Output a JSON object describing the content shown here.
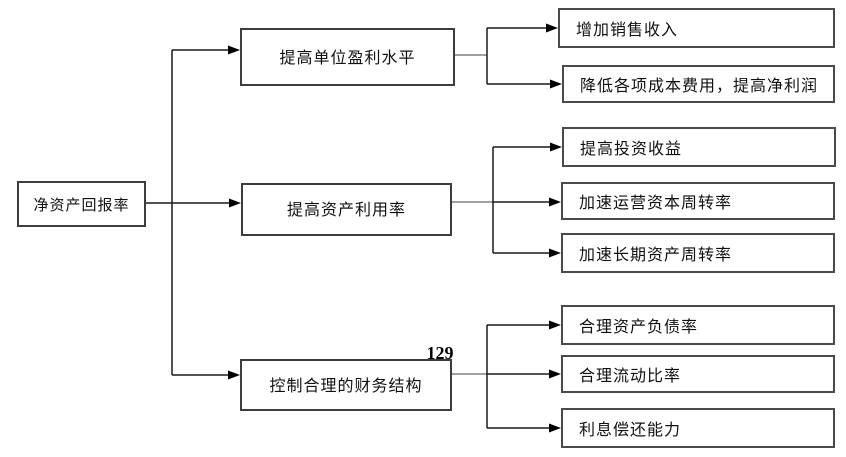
{
  "page_number": "129",
  "colors": {
    "background": "#ffffff",
    "box_fill": "#ffffff",
    "box_border": "#3d3d3d",
    "line": "#1a1a1a",
    "line_muted": "#808080",
    "arrowhead": "#000000",
    "text": "#111111"
  },
  "diagram": {
    "root": {
      "label": "净资产回报率"
    },
    "branches": [
      {
        "label": "提高单位盈利水平",
        "children": [
          {
            "label": "增加销售收入"
          },
          {
            "label": "降低各项成本费用，提高净利润"
          }
        ]
      },
      {
        "label": "提高资产利用率",
        "children": [
          {
            "label": "提高投资收益"
          },
          {
            "label": "加速运营资本周转率"
          },
          {
            "label": "加速长期资产周转率"
          }
        ]
      },
      {
        "label": "控制合理的财务结构",
        "children": [
          {
            "label": "合理资产负债率"
          },
          {
            "label": "合理流动比率"
          },
          {
            "label": "利息偿还能力"
          }
        ]
      }
    ]
  }
}
